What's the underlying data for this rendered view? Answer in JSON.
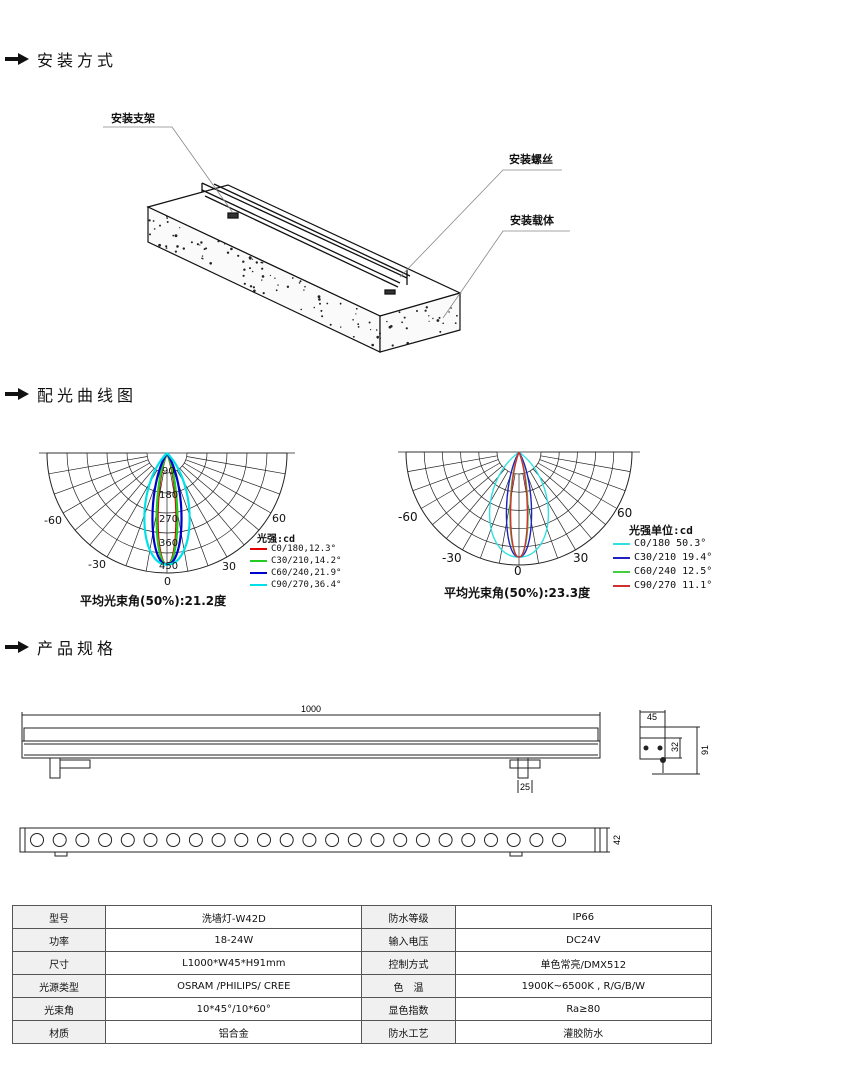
{
  "sections": {
    "install": "安装方式",
    "photometric": "配光曲线图",
    "spec": "产品规格"
  },
  "install_diagram": {
    "bracket": "安装支架",
    "screw": "安装螺丝",
    "carrier": "安装载体"
  },
  "chart_data": [
    {
      "type": "polar",
      "angle_labels": [
        "-60",
        "60",
        "-30",
        "30",
        "0"
      ],
      "radial_labels": [
        "90",
        "180",
        "270",
        "360",
        "450"
      ],
      "legend_title": "光强:cd",
      "series": [
        {
          "name": "C0/180,12.3°",
          "beam_angle": 12.3,
          "color": "#e00000"
        },
        {
          "name": "C30/210,14.2°",
          "beam_angle": 14.2,
          "color": "#22cc22"
        },
        {
          "name": "C60/240,21.9°",
          "beam_angle": 21.9,
          "color": "#0000cc"
        },
        {
          "name": "C90/270,36.4°",
          "beam_angle": 36.4,
          "color": "#00e0e8"
        }
      ],
      "average": "平均光束角(50%):21.2度"
    },
    {
      "type": "polar",
      "angle_labels": [
        "-60",
        "60",
        "-30",
        "30",
        "0"
      ],
      "radial_labels": [],
      "legend_title": "光强单位:cd",
      "series": [
        {
          "name": "C0/180 50.3°",
          "beam_angle": 50.3,
          "color": "#30e0e0"
        },
        {
          "name": "C30/210 19.4°",
          "beam_angle": 19.4,
          "color": "#2020c0"
        },
        {
          "name": "C60/240 12.5°",
          "beam_angle": 12.5,
          "color": "#40d040"
        },
        {
          "name": "C90/270 11.1°",
          "beam_angle": 11.1,
          "color": "#d03030"
        }
      ],
      "average": "平均光束角(50%):23.3度"
    }
  ],
  "dimensions": {
    "length": "1000",
    "width": "45",
    "height": "91",
    "body": "32",
    "bracket": "25",
    "front": "42",
    "led_count": 24
  },
  "spec_table": [
    [
      "型号",
      "洗墙灯-W42D",
      "防水等级",
      "IP66"
    ],
    [
      "功率",
      "18-24W",
      "输入电压",
      "DC24V"
    ],
    [
      "尺寸",
      "L1000*W45*H91mm",
      "控制方式",
      "单色常亮/DMX512"
    ],
    [
      "光源类型",
      "OSRAM /PHILIPS/ CREE",
      "色　温",
      "1900K~6500K , R/G/B/W"
    ],
    [
      "光束角",
      "10*45°/10*60°",
      "显色指数",
      "Ra≥80"
    ],
    [
      "材质",
      "铝合金",
      "防水工艺",
      "灌胶防水"
    ]
  ]
}
